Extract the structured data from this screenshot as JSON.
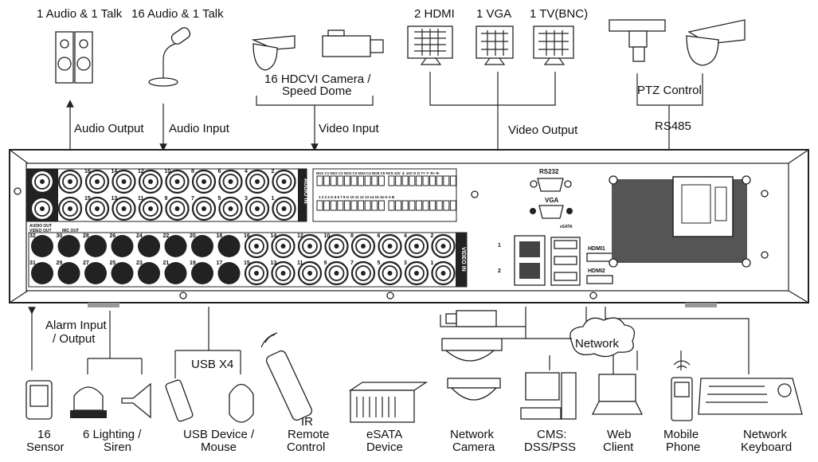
{
  "top_labels": {
    "audio_talk_1": "1 Audio  & 1 Talk",
    "audio_talk_16": "16 Audio & 1 Talk",
    "camera_line1": "16 HDCVI Camera /",
    "camera_line2": "Speed Dome",
    "hdmi": "2 HDMI",
    "vga": "1 VGA",
    "tv": "1 TV(BNC)",
    "ptz": "PTZ Control",
    "rs485": "RS485",
    "audio_output": "Audio  Output",
    "audio_input": "Audio  Input",
    "video_input": "Video Input",
    "video_output": "Video Output"
  },
  "panel": {
    "rs232": "RS232",
    "vga": "VGA",
    "hdmi1": "HDMI1",
    "hdmi2": "HDMI2",
    "audio_in": "AUDIO IN",
    "video_in": "VIDEO IN",
    "audio_out": "AUDIO OUT",
    "video_out": "VIDEO OUT",
    "mic_out": "MIC OUT",
    "esata": "eSATA",
    "lan1": "1",
    "lan2": "2",
    "alarm_top": "NO1 C1 NO2 C2 NO3 C3 NO4 C4 NO5 C5  NC5 12V ⏚ 12V G  G   T+ T-  R+ R-",
    "alarm_bottom": "1  2  3  4  G  5  6  7  8  G   10 11 12 13 14 15 16 G  A  B",
    "upper_video_top": [
      "16",
      "14",
      "12",
      "10",
      "8",
      "6",
      "4",
      "2"
    ],
    "upper_video_bottom": [
      "15",
      "13",
      "11",
      "9",
      "7",
      "5",
      "3",
      "1"
    ],
    "blank_top": [
      "32",
      "30",
      "28",
      "26",
      "24",
      "22",
      "20",
      "18"
    ],
    "blank_bottom": [
      "31",
      "29",
      "27",
      "25",
      "23",
      "21",
      "19",
      "17"
    ],
    "lower_video_top": [
      "16",
      "14",
      "12",
      "10",
      "8",
      "6",
      "4",
      "2"
    ],
    "lower_video_bottom": [
      "15",
      "13",
      "11",
      "9",
      "7",
      "5",
      "3",
      "1"
    ]
  },
  "bottom_labels": {
    "alarm_line1": "Alarm Input",
    "alarm_line2": "/ Output",
    "usb": "USB X4",
    "network": "Network",
    "sensor": [
      "16",
      "Sensor"
    ],
    "lighting": [
      "6 Lighting /",
      "Siren"
    ],
    "usb_device": [
      "USB Device /",
      "Mouse"
    ],
    "ir": [
      "IR",
      "Remote",
      "Control"
    ],
    "esata": [
      "eSATA",
      "Device"
    ],
    "network_camera": [
      "Network",
      "Camera"
    ],
    "cms": [
      "CMS:",
      "DSS/PSS"
    ],
    "web": [
      "Web",
      "Client"
    ],
    "mobile": [
      "Mobile",
      "Phone"
    ],
    "keyboard": [
      "Network",
      "Keyboard"
    ]
  }
}
